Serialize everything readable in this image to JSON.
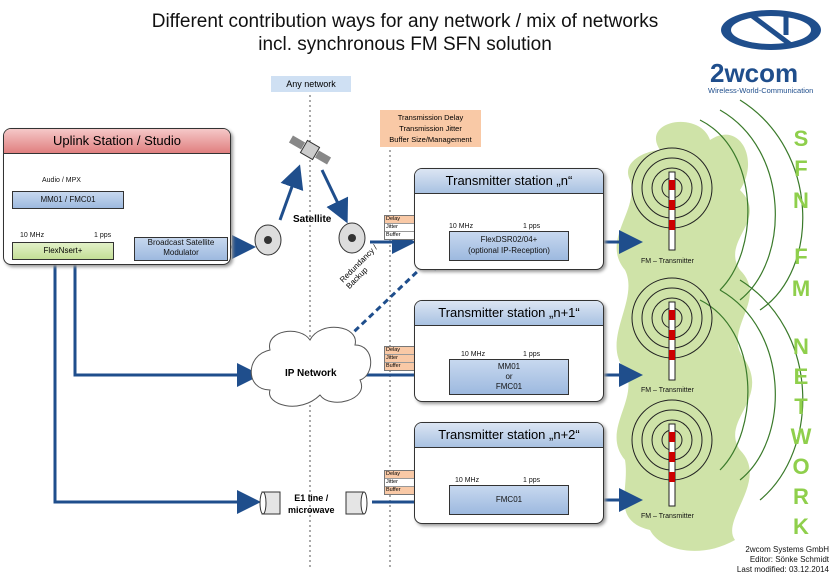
{
  "title_line1": "Different contribution ways for any network / mix of networks",
  "title_line2": "incl. synchronous FM SFN solution",
  "logo": {
    "brand": "2wcom",
    "tagline": "Wireless-World-Communication"
  },
  "any_network_label": "Any network",
  "transmission_box": {
    "line1": "Transmission Delay",
    "line2": "Transmission Jitter",
    "line3": "Buffer Size/Management"
  },
  "uplink": {
    "title": "Uplink Station / Studio",
    "audio_label": "Audio / MPX",
    "mm01_label": "MM01 / FMC01",
    "ten_mhz": "10 MHz",
    "one_pps": "1 pps",
    "flexnsert": "FlexNsert+",
    "modulator_line1": "Broadcast Satellite",
    "modulator_line2": "Modulator"
  },
  "satellite_label": "Satellite",
  "redundancy_label": "Redundancy / Backup",
  "ip_network_label": "IP Network",
  "e1_label_line1": "E1 line /",
  "e1_label_line2": "microwave",
  "delay_jitter": {
    "delay": "Delay",
    "jitter": "Jitter",
    "buffer": "Buffer"
  },
  "stations": [
    {
      "title": "Transmitter station „n“",
      "ten_mhz": "10 MHz",
      "one_pps": "1 pps",
      "device_line1": "FlexDSR02/04+",
      "device_line2": "(optional IP-Reception)",
      "device_line3": ""
    },
    {
      "title": "Transmitter station „n+1“",
      "ten_mhz": "10 MHz",
      "one_pps": "1 pps",
      "device_line1": "MM01",
      "device_line2": "or",
      "device_line3": "FMC01"
    },
    {
      "title": "Transmitter station „n+2“",
      "ten_mhz": "10 MHz",
      "one_pps": "1 pps",
      "device_line1": "FMC01",
      "device_line2": "",
      "device_line3": ""
    }
  ],
  "fm_transmitter_label": "FM – Transmitter",
  "sfn_letters": {
    "s": "S",
    "f": "F",
    "n": "N",
    "f2": "F",
    "m": "M",
    "n2": "N",
    "e": "E",
    "t": "T",
    "w": "W",
    "o": "O",
    "r": "R",
    "k": "K"
  },
  "footer": {
    "company": "2wcom Systems GmbH",
    "editor": "Editor: Sönke Schmidt",
    "modified": "Last modified: 03.12.2014"
  },
  "colors": {
    "arrow": "#1f4e8c",
    "green": "#8fcf4c",
    "cloud_green": "#cfe3a8"
  }
}
